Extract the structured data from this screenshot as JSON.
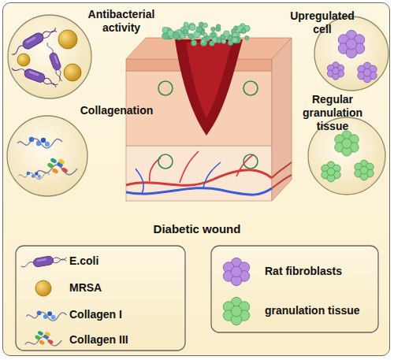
{
  "diagram": {
    "nodes": [
      {
        "text": [
          "Antibacterial activity"
        ]
      },
      {
        "text": [
          "Upregulated cell"
        ]
      },
      {
        "text": [
          "Collagenation"
        ]
      },
      {
        "text": [
          "Regular granulation tissue"
        ]
      }
    ],
    "labels": [
      "Diabetic wound"
    ],
    "legend": [
      {
        "text": "E.coli"
      },
      {
        "text": "MRSA"
      },
      {
        "text": "Collagen I"
      },
      {
        "text": "Collagen III"
      },
      {
        "text": "Rat fibroblasts"
      },
      {
        "text": "granulation tissue"
      }
    ]
  }
}
